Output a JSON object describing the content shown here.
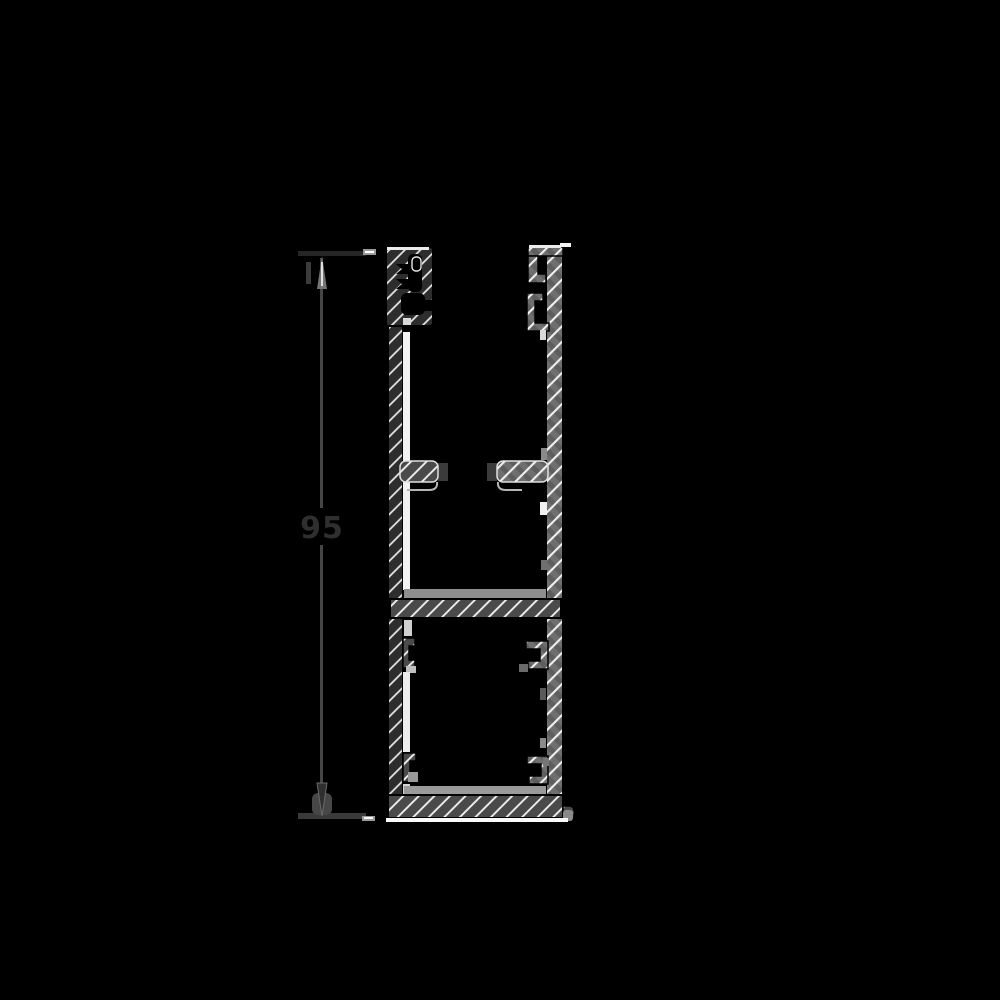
{
  "dimension": {
    "value": "95"
  },
  "colors": {
    "background": "#000000",
    "outline": "#000000",
    "hatch_dark_base": "#2d2d2d",
    "hatch_mid_base": "#4a4a4a",
    "hatch_light_base": "#6f6f6f",
    "hatch_stroke_light": "#cfcfcf",
    "hatch_stroke_white": "#f0f0f0",
    "highlight_white": "#f2f2f2",
    "inner_surface_gray": "#9a9a9a",
    "dimension_line": "#454545",
    "dimension_extension_top": "#262626",
    "dimension_extension_bottom": "#3a3a3a",
    "dimension_arrow_up": "#747474",
    "dimension_arrow_down": "#2f2f2f",
    "dimension_text": "#2f2f2f"
  },
  "icons": {
    "dimension_arrow_up": "triangle-up",
    "dimension_arrow_down": "triangle-down"
  }
}
